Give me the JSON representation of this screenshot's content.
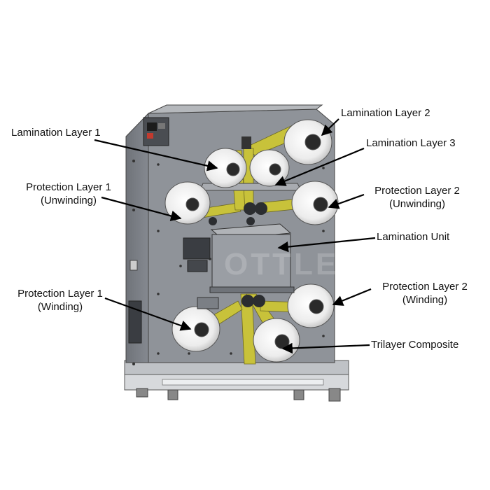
{
  "labels": {
    "lamination_layer_1": "Lamination Layer 1",
    "lamination_layer_2": "Lamination Layer 2",
    "lamination_layer_3": "Lamination Layer 3",
    "protection_layer_1_unwinding_line1": "Protection Layer 1",
    "protection_layer_1_unwinding_line2": "(Unwinding)",
    "protection_layer_2_unwinding_line1": "Protection Layer 2",
    "protection_layer_2_unwinding_line2": "(Unwinding)",
    "lamination_unit": "Lamination Unit",
    "protection_layer_1_winding_line1": "Protection Layer 1",
    "protection_layer_1_winding_line2": "(Winding)",
    "protection_layer_2_winding_line1": "Protection Layer 2",
    "protection_layer_2_winding_line2": "(Winding)",
    "trilayer_composite": "Trilayer Composite"
  },
  "colors": {
    "machine_body": "#8b8f95",
    "machine_panel": "#9a9ea4",
    "film_yellow": "#c8c23a",
    "roll_white": "#f2f2f2",
    "arrow": "#000000"
  }
}
